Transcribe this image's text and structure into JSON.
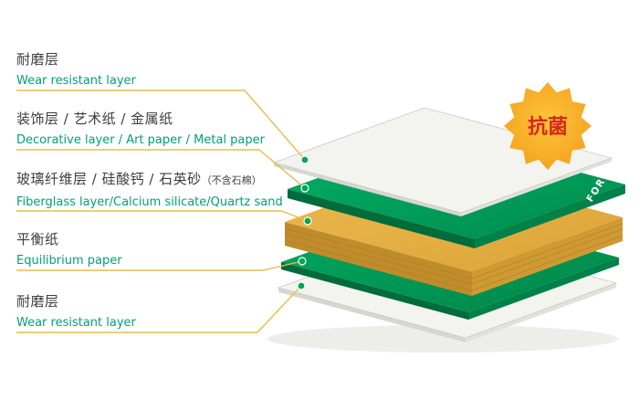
{
  "diagram": {
    "labels": [
      {
        "zh": "耐磨层",
        "en": "Wear resistant layer"
      },
      {
        "zh": "装饰层 / 艺术纸 / 金属纸",
        "en": "Decorative layer / Art paper / Metal paper"
      },
      {
        "zh": "玻璃纤维层 / 硅酸钙 / 石英砂",
        "note": "（不含石棉）",
        "en": "Fiberglass layer/Calcium silicate/Quartz sand"
      },
      {
        "zh": "平衡纸",
        "en": "Equilibrium paper"
      },
      {
        "zh": "耐磨层",
        "en": "Wear resistant layer"
      }
    ],
    "badge": {
      "text": "抗菌"
    },
    "brand": {
      "text": "FORCA"
    },
    "colors": {
      "label_zh": "#3d3d3d",
      "label_en": "#00a176",
      "pointer_line": "#e7bd4c",
      "dot": "#00a651",
      "layer_green_top": "#009e58",
      "layer_green_edge": "#006b3b",
      "layer_yellow_top": "#e2ab3e",
      "layer_yellow_edge": "#c08c2b",
      "layer_white": "#f3f3ef",
      "badge_fill": "#f8b500",
      "badge_text": "#d7281d"
    }
  }
}
